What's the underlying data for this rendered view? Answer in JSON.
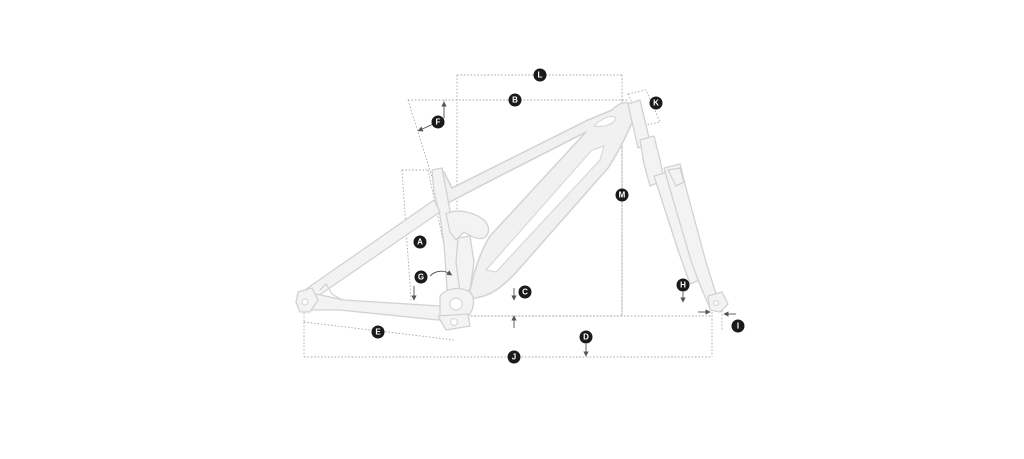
{
  "diagram": {
    "markers": {
      "A": "A",
      "B": "B",
      "C": "C",
      "D": "D",
      "E": "E",
      "F": "F",
      "G": "G",
      "H": "H",
      "I": "I",
      "J": "J",
      "K": "K",
      "L": "L",
      "M": "M"
    },
    "colors": {
      "frame_fill": "#f1f1f1",
      "frame_stroke": "#d4d4d4",
      "dimension_line": "#a9a9a9",
      "marker_fill": "#1a1a1a",
      "marker_text": "#ffffff"
    }
  }
}
